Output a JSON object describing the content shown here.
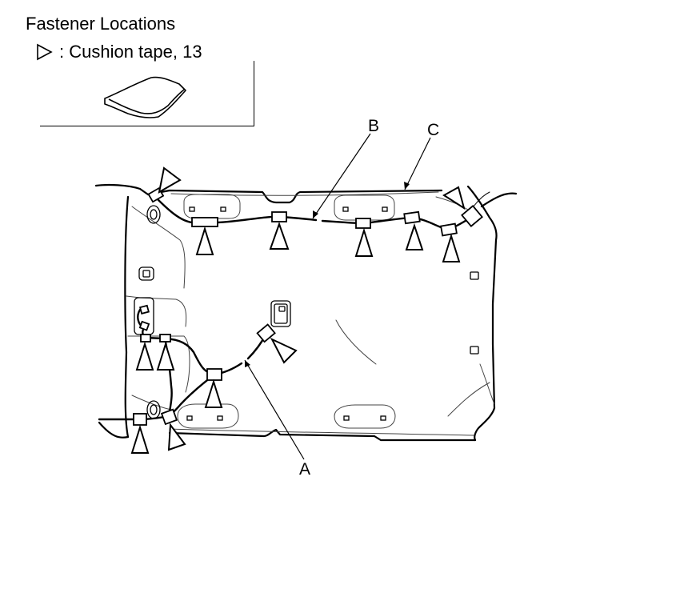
{
  "header": {
    "title": "Fastener Locations",
    "legend_text": ": Cushion tape, 13"
  },
  "callouts": {
    "a": "A",
    "b": "B",
    "c": "C"
  },
  "colors": {
    "line": "#000000",
    "thin": "#444444",
    "background": "#ffffff"
  },
  "icons": {
    "legend": "cushion-tape-triangle-icon",
    "fastener": "cushion-tape-triangle-icon"
  }
}
